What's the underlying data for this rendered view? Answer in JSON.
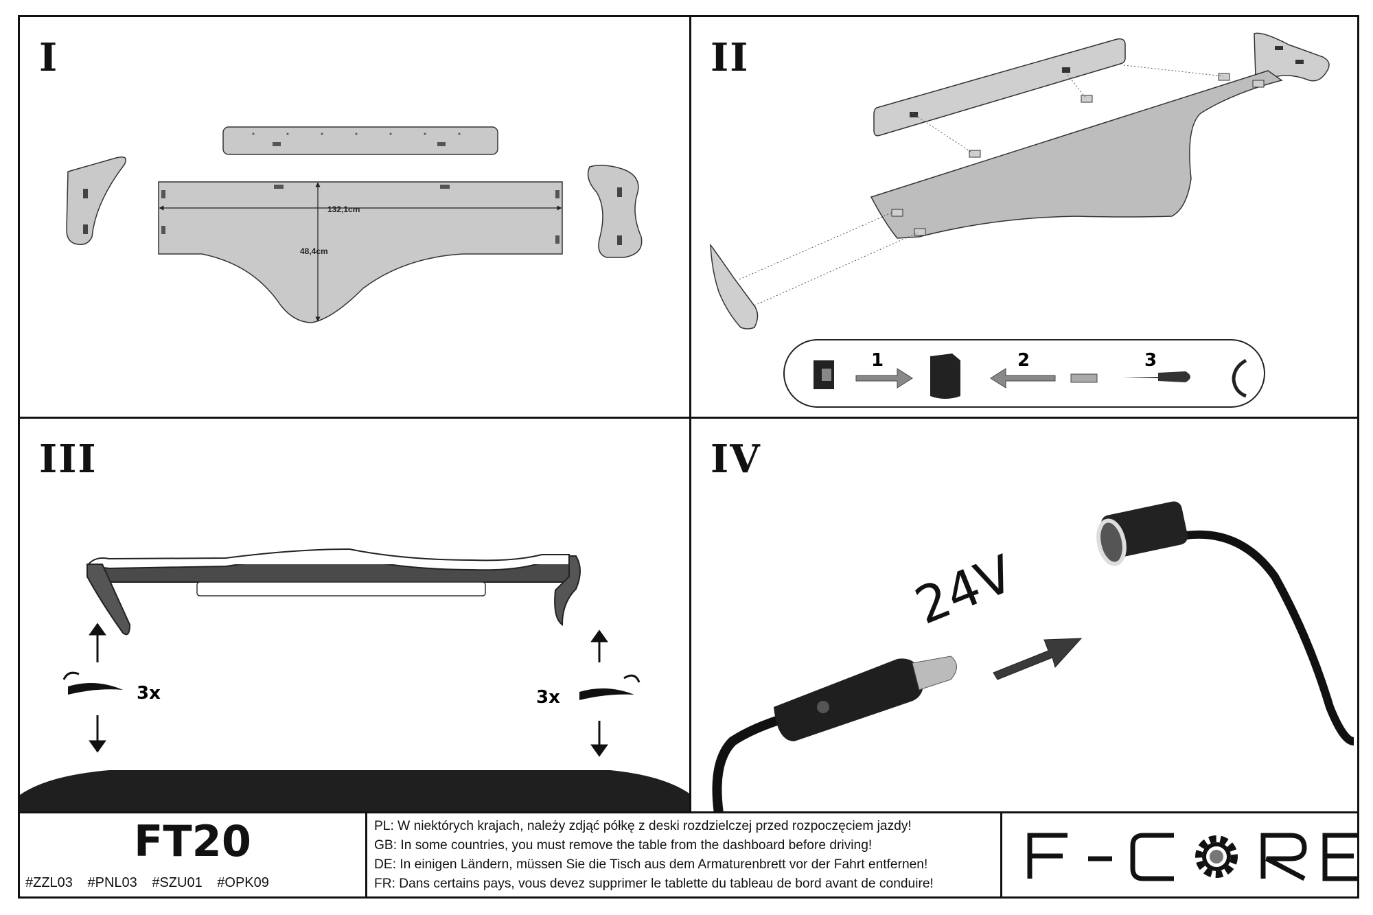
{
  "panels": {
    "p1": {
      "numeral": "I",
      "width_label": "132,1cm",
      "depth_label": "48,4cm"
    },
    "p2": {
      "numeral": "II",
      "steps": [
        "1",
        "2",
        "3"
      ]
    },
    "p3": {
      "numeral": "III",
      "turns_left": "3x",
      "turns_right": "3x"
    },
    "p4": {
      "numeral": "IV",
      "voltage": "24V"
    }
  },
  "footer": {
    "model": "FT20",
    "codes": [
      "#ZZL03",
      "#PNL03",
      "#SZU01",
      "#OPK09"
    ],
    "warnings": [
      "PL: W niektórych krajach, należy zdjąć półkę z deski rozdzielczej przed rozpoczęciem jazdy!",
      "GB: In some countries, you must remove the table from the dashboard before driving!",
      "DE: In einigen Ländern, müssen Sie die Tisch aus dem Armaturenbrett vor der Fahrt entfernen!",
      "FR: Dans certains pays, vous devez supprimer le tablette du tableau de bord avant de conduire!"
    ],
    "logo_text": "F-CORE"
  }
}
